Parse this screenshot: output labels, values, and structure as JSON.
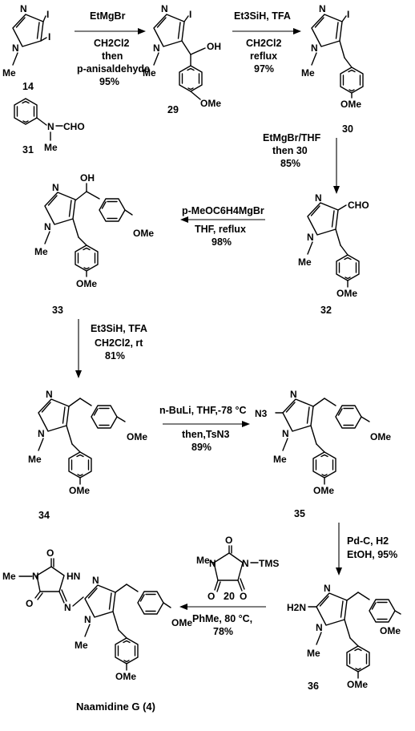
{
  "scheme": {
    "compounds": {
      "c14": "14",
      "c29": "29",
      "c30": "30",
      "c31": "31",
      "c32": "32",
      "c33": "33",
      "c34": "34",
      "c35": "35",
      "c36": "36",
      "c20": "20",
      "naamidine": "Naamidine G (4)"
    },
    "steps": {
      "s1": {
        "l1": "EtMgBr",
        "l2": "CH2Cl2",
        "l3": "then",
        "l4": "p-anisaldehyde",
        "l5": "95%"
      },
      "s2": {
        "l1": "Et3SiH, TFA",
        "l2": "CH2Cl2",
        "l3": "reflux",
        "l4": "97%"
      },
      "s3": {
        "l1": "EtMgBr/THF",
        "l2": "then 30",
        "l3": "85%"
      },
      "s4": {
        "l1": "p-MeOC6H4MgBr",
        "l2": "THF, reflux",
        "l3": "98%"
      },
      "s5": {
        "l1": "Et3SiH, TFA",
        "l2": "CH2Cl2, rt",
        "l3": "81%"
      },
      "s6": {
        "l1": "n-BuLi, THF,-78 °C",
        "l2": "then,TsN3",
        "l3": "89%"
      },
      "s7": {
        "l1": "Pd-C, H2",
        "l2": "EtOH, 95%"
      },
      "s8": {
        "l1": "PhMe, 80 °C,",
        "l2": "78%"
      }
    },
    "atoms": {
      "N": "N",
      "I": "I",
      "Me": "Me",
      "OH": "OH",
      "OMe": "OMe",
      "CHO": "CHO",
      "N3": "N3",
      "H2N": "H2N",
      "HN": "HN",
      "O": "O",
      "TMS": "TMS",
      "NCHO": "N",
      "CHO31": "CHO"
    }
  }
}
